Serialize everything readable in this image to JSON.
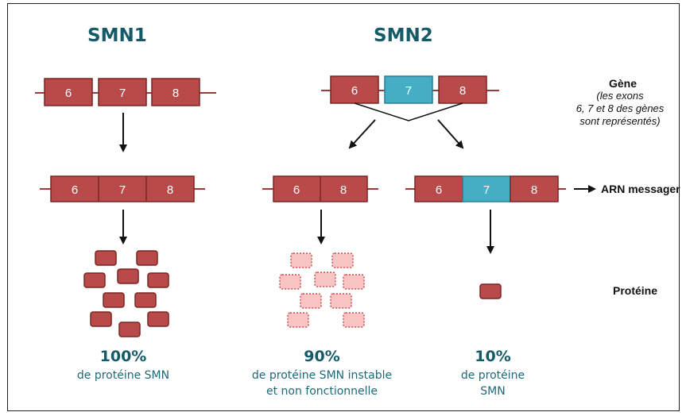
{
  "titles": {
    "left": "SMN1",
    "right": "SMN2"
  },
  "row_labels": {
    "gene": "Gène",
    "gene_note_1": "(les exons",
    "gene_note_2": "6, 7 et 8 des gènes",
    "gene_note_3": "sont représentés)",
    "mrna": "ARN messager",
    "protein": "Protéine"
  },
  "exons": {
    "e6": "6",
    "e7": "7",
    "e8": "8"
  },
  "results": {
    "smn1_pct": "100%",
    "smn1_line1": "de protéine SMN",
    "smn2a_pct": "90%",
    "smn2a_line1": "de protéine SMN instable",
    "smn2a_line2": "et non fonctionnelle",
    "smn2b_pct": "10%",
    "smn2b_line1": "de protéine",
    "smn2b_line2": "SMN"
  },
  "colors": {
    "exon_red": "#b94a4a",
    "exon_border": "#7a2424",
    "exon_blue": "#45aec4",
    "unstable_fill": "#f8c4c4",
    "unstable_border": "#c95050",
    "title_teal": "#155a68"
  }
}
